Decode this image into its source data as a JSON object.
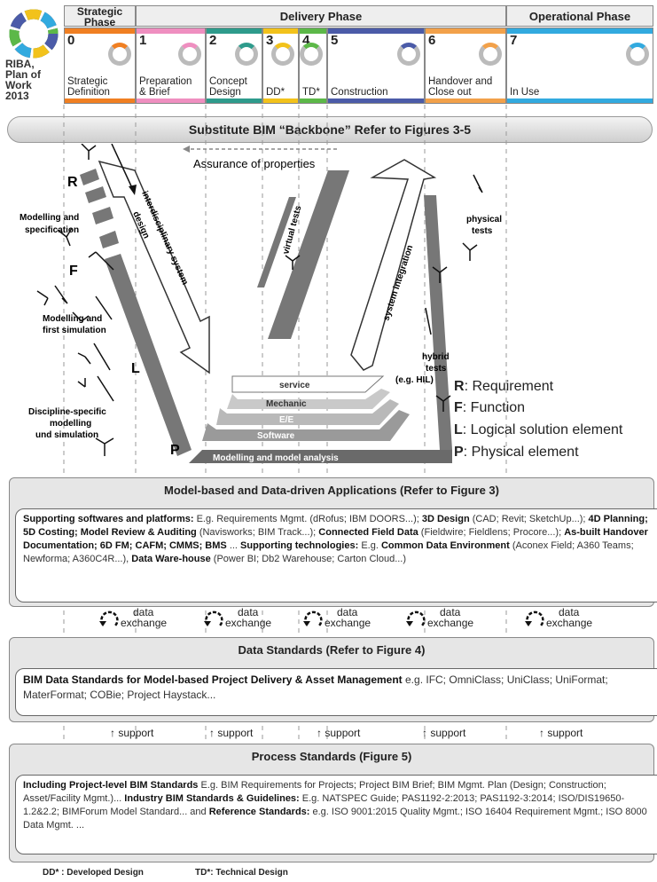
{
  "riba": {
    "line1": "RIBA,",
    "line2": "Plan of",
    "line3": "Work",
    "line4": "2013"
  },
  "phases": {
    "strategic": "Strategic Phase",
    "delivery": "Delivery Phase",
    "operational": "Operational Phase"
  },
  "stages": [
    {
      "num": "0",
      "label1": "Strategic",
      "label2": "Definition",
      "color": "#f07f22"
    },
    {
      "num": "1",
      "label1": "Preparation",
      "label2": "& Brief",
      "color": "#ef8fc0"
    },
    {
      "num": "2",
      "label1": "Concept",
      "label2": "Design",
      "color": "#2e9b8c"
    },
    {
      "num": "3",
      "label1": "DD*",
      "label2": "",
      "color": "#f2c21b"
    },
    {
      "num": "4",
      "label1": "TD*",
      "label2": "",
      "color": "#5cb848"
    },
    {
      "num": "5",
      "label1": "Construction",
      "label2": "",
      "color": "#4b5ba8"
    },
    {
      "num": "6",
      "label1": "Handover and",
      "label2": "Close out",
      "color": "#f2a14a"
    },
    {
      "num": "7",
      "label1": "In Use",
      "label2": "",
      "color": "#32aadf"
    }
  ],
  "backbone": "Substitute BIM “Backbone” Refer to Figures 3-5",
  "vmodel": {
    "assurance": "Assurance of properties",
    "R": "R",
    "F": "F",
    "L": "L",
    "P": "P",
    "modelling_spec1": "Modelling and",
    "modelling_spec2": "specification",
    "first_sim1": "Modelling and",
    "first_sim2": "first simulation",
    "discipline1": "Discipline-specific",
    "discipline2": "modelling",
    "discipline3": "und simulation",
    "interdisc1": "interdisciplinary system",
    "interdisc2": "design",
    "virtual": "virtual tests",
    "integration": "system integration",
    "physical1": "physical",
    "physical2": "tests",
    "hybrid1": "hybrid",
    "hybrid2": "tests",
    "hybrid3": "(e.g. HIL)",
    "service": "service",
    "mechanic": "Mechanic",
    "ee": "E/E",
    "software": "Software",
    "modelling_analysis": "Modelling and model analysis"
  },
  "legend": [
    {
      "key": "R",
      "text": ": Requirement"
    },
    {
      "key": "F",
      "text": ": Function"
    },
    {
      "key": "L",
      "text": ": Logical solution element"
    },
    {
      "key": "P",
      "text": ": Physical element"
    }
  ],
  "apps": {
    "title": "Model-based and Data-driven Applications (Refer to Figure 3)",
    "b1": "Supporting softwares and platforms:",
    "t1": " E.g. Requirements Mgmt. (dRofus; IBM DOORS...); ",
    "b2": "3D Design",
    "t2": " (CAD; Revit; SketchUp...); ",
    "b3": "4D Planning; 5D Costing; Model Review & Auditing",
    "t3": " (Navisworks; BIM Track...); ",
    "b4": "Connected Field Data",
    "t4": " (Fieldwire; Fieldlens; Procore...); ",
    "b5": "As-built Handover Documentation; 6D FM; CAFM; CMMS; BMS",
    "t5": " ... ",
    "b6": "Supporting technologies:",
    "t6": " E.g. ",
    "b7": "Common Data Environment",
    "t7": " (Aconex Field; A360 Teams; Newforma; A360C4R...), ",
    "b8": "Data Ware-house",
    "t8": " (Power BI; Db2 Warehouse; Carton Cloud...)"
  },
  "exchange": {
    "line1": "data",
    "line2": "exchange"
  },
  "data_std": {
    "title": "Data Standards (Refer to Figure 4)",
    "bold": "BIM Data Standards for Model-based Project Delivery & Asset Management",
    "text": " e.g. IFC; OmniClass; UniClass; UniFormat; MaterFormat; COBie; Project Haystack..."
  },
  "support": "support",
  "process": {
    "title": "Process Standards (Figure 5)",
    "b1": "Including Project-level BIM Standards",
    "t1": " E.g. BIM Requirements for Projects; Project BIM Brief; BIM Mgmt. Plan (Design; Construction; Asset/Facility Mgmt.)... ",
    "b2": "Industry BIM Standards & Guidelines:",
    "t2": " E.g. NATSPEC Guide; PAS1192-2:2013; PAS1192-3:2014; ISO/DIS19650-1.2&2.2; BIMForum Model Standard... and ",
    "b3": "Reference Standards:",
    "t3": " e.g. ISO 9001:2015 Quality Mgmt.; ISO 16404 Requirement Mgmt.; ISO 8000 Data Mgmt. ..."
  },
  "footer": {
    "dd": "DD* : Developed Design",
    "td": "TD*: Technical Design"
  }
}
